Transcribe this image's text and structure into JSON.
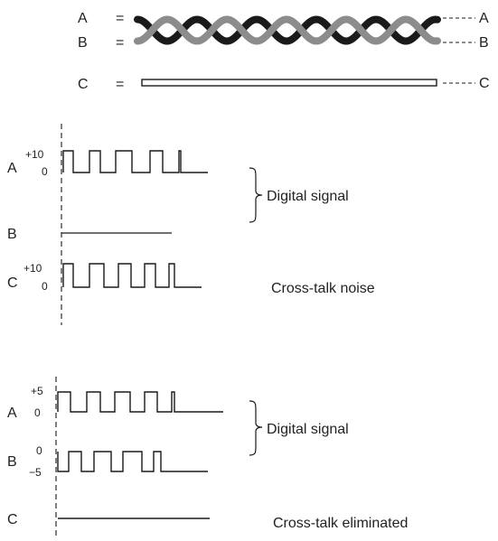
{
  "cable": {
    "wire_a": "A",
    "wire_b": "B",
    "wire_c": "C",
    "equals": "="
  },
  "panel1": {
    "signal_a": "A",
    "signal_b": "B",
    "signal_c": "C",
    "a_high": "+10",
    "a_low": "0",
    "c_high": "+10",
    "c_low": "0",
    "caption_digital": "Digital signal",
    "caption_noise": "Cross-talk noise"
  },
  "panel2": {
    "signal_a": "A",
    "signal_b": "B",
    "signal_c": "C",
    "a_high": "+5",
    "a_low": "0",
    "b_high": "0",
    "b_low": "−5",
    "caption_digital": "Digital signal",
    "caption_eliminated": "Cross-talk eliminated"
  },
  "colors": {
    "wire_a": "#8c8c8c",
    "wire_b": "#1a1a1a",
    "line": "#1a1a1a"
  }
}
